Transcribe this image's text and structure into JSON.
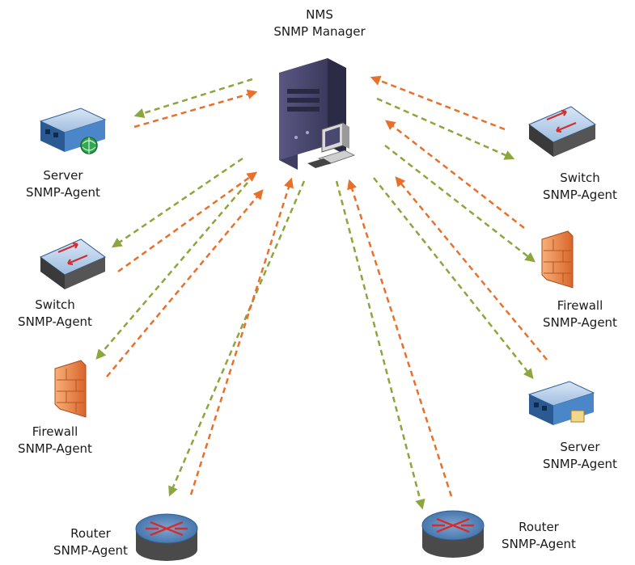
{
  "manager": {
    "line1": "NMS",
    "line2": "SNMP Manager",
    "icon": "server-tower-icon"
  },
  "agents": [
    {
      "name": "Server",
      "role": "SNMP-Agent",
      "icon": "rack-server-globe-icon"
    },
    {
      "name": "Switch",
      "role": "SNMP-Agent",
      "icon": "switch-icon"
    },
    {
      "name": "Firewall",
      "role": "SNMP-Agent",
      "icon": "firewall-icon"
    },
    {
      "name": "Router",
      "role": "SNMP-Agent",
      "icon": "router-icon"
    },
    {
      "name": "Switch",
      "role": "SNMP-Agent",
      "icon": "switch-icon"
    },
    {
      "name": "Firewall",
      "role": "SNMP-Agent",
      "icon": "firewall-icon"
    },
    {
      "name": "Server",
      "role": "SNMP-Agent",
      "icon": "rack-server-folder-icon"
    },
    {
      "name": "Router",
      "role": "SNMP-Agent",
      "icon": "router-icon"
    }
  ],
  "colors": {
    "request_arrow": "#8aa63c",
    "response_arrow": "#e8702a",
    "manager_body": "#4a4870",
    "device_blue": "#4a86c8",
    "firewall_orange": "#e8874a"
  }
}
